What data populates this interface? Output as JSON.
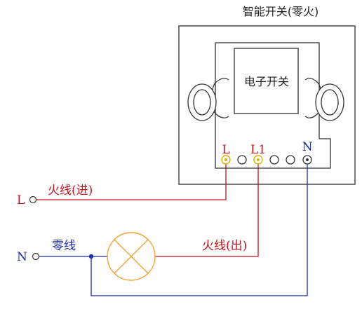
{
  "title": "智能开关(零火)",
  "module_label": "电子开关",
  "terminals": {
    "l": "L",
    "l1": "L1",
    "n": "N"
  },
  "left_terminals": {
    "l": "L",
    "n": "N"
  },
  "wires": {
    "live_in": "火线(进)",
    "neutral": "零线",
    "live_out": "火线(出)"
  },
  "colors": {
    "live": "#c0141c",
    "neutral": "#1a2ea8",
    "lamp": "#f2a43a",
    "terminal_ring": "#e0b000"
  }
}
